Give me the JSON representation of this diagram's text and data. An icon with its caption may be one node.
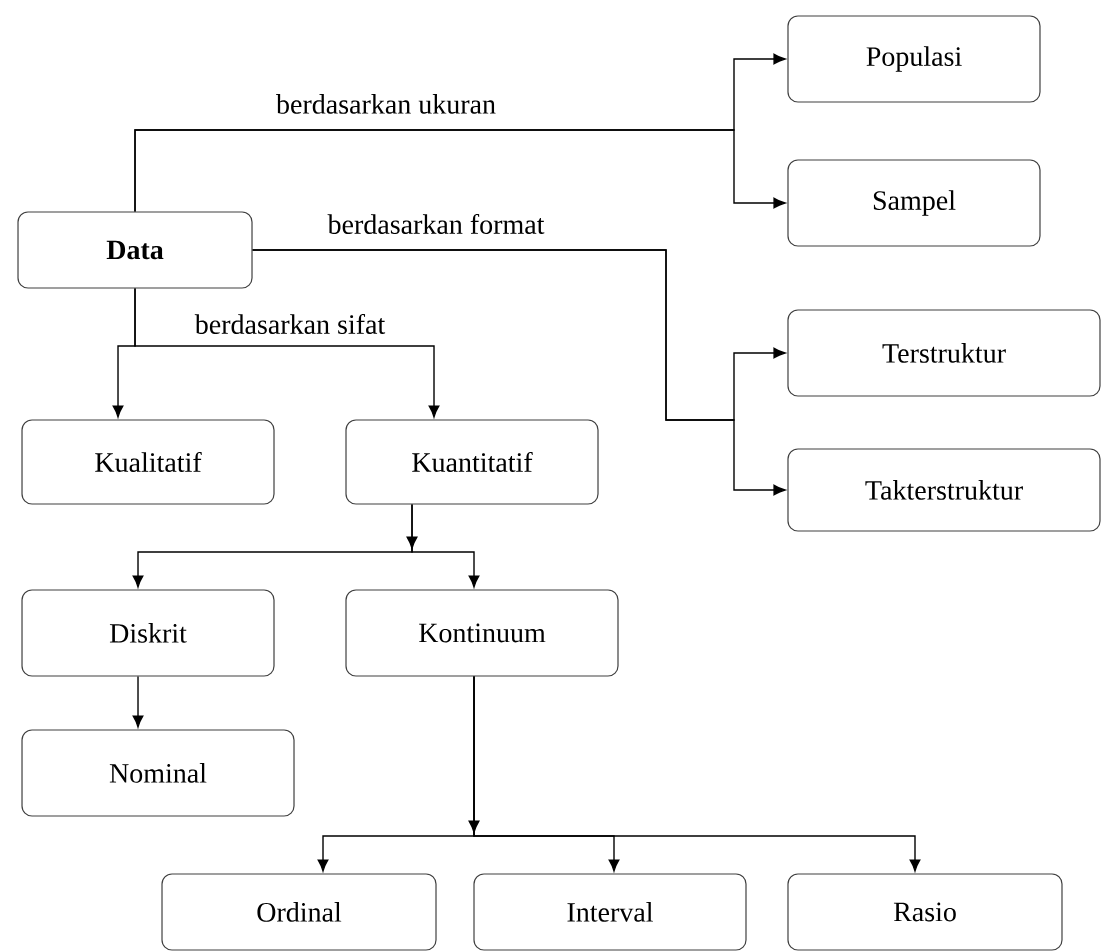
{
  "diagram": {
    "nodes": [
      {
        "text": [
          "Data"
        ]
      },
      {
        "text": [
          "Populasi"
        ]
      },
      {
        "text": [
          "Sampel"
        ]
      },
      {
        "text": [
          "Terstruktur"
        ]
      },
      {
        "text": [
          "Takterstruktur"
        ]
      },
      {
        "text": [
          "Kualitatif"
        ]
      },
      {
        "text": [
          "Kuantitatif"
        ]
      },
      {
        "text": [
          "Diskrit"
        ]
      },
      {
        "text": [
          "Kontinuum"
        ]
      },
      {
        "text": [
          "Nominal"
        ]
      },
      {
        "text": [
          "Ordinal"
        ]
      },
      {
        "text": [
          "Interval"
        ]
      },
      {
        "text": [
          "Rasio"
        ]
      }
    ],
    "edges": [
      {
        "from": 0,
        "to": 1,
        "arrow": "to",
        "label": "berdasarkan ukuran"
      },
      {
        "from": 0,
        "to": 2,
        "arrow": "to"
      },
      {
        "from": 0,
        "to": 3,
        "arrow": "to",
        "label": "berdasarkan format"
      },
      {
        "from": 0,
        "to": 4,
        "arrow": "to"
      },
      {
        "from": 0,
        "to": 5,
        "arrow": "to"
      },
      {
        "from": 0,
        "to": 6,
        "arrow": "to",
        "label": "berdasarkan sifat"
      },
      {
        "from": 6,
        "to": 7,
        "arrow": "to"
      },
      {
        "from": 6,
        "to": 8,
        "arrow": "to"
      },
      {
        "from": 7,
        "to": 9,
        "arrow": "to"
      },
      {
        "from": 8,
        "to": 10,
        "arrow": "to"
      },
      {
        "from": 8,
        "to": 11,
        "arrow": "to"
      },
      {
        "from": 8,
        "to": 12,
        "arrow": "to"
      }
    ]
  }
}
